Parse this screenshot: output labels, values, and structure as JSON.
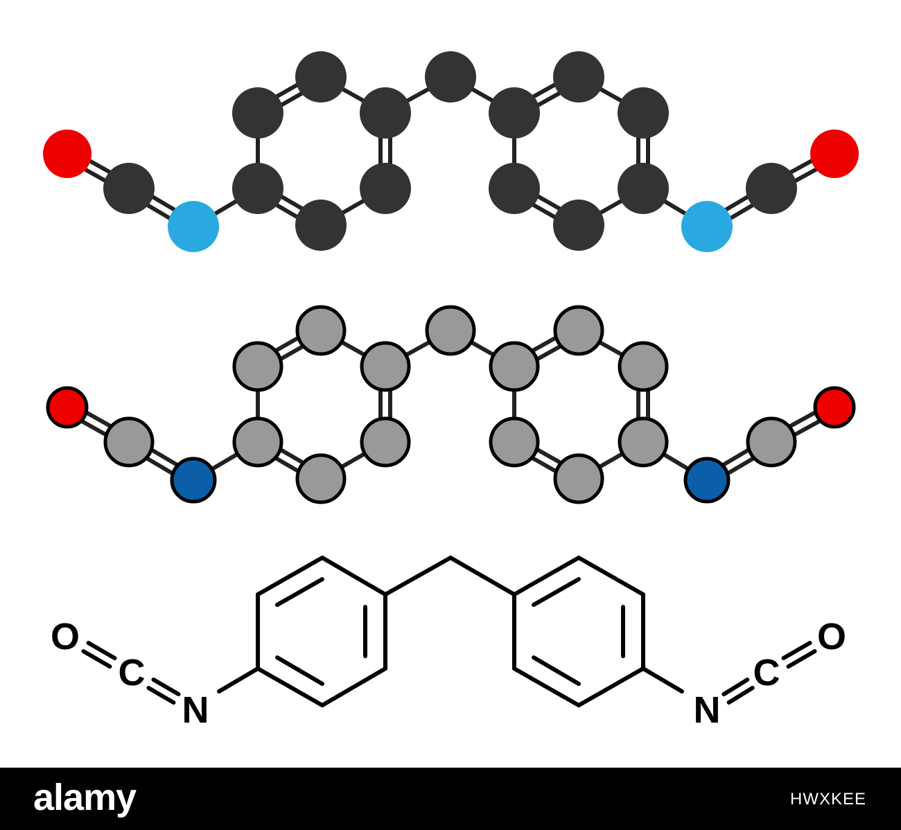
{
  "diagram": {
    "atom_colors": {
      "top": {
        "C": "#333333",
        "N": "#2aa9e0",
        "O": "#ee0000"
      },
      "middle": {
        "C": "#999999",
        "N": "#0a5fa8",
        "O": "#ee0000"
      }
    },
    "atom_labels": {
      "O": "O",
      "C": "C",
      "N": "N"
    }
  },
  "footer": {
    "brand": "alamy",
    "image_id": "HWXKEE"
  }
}
